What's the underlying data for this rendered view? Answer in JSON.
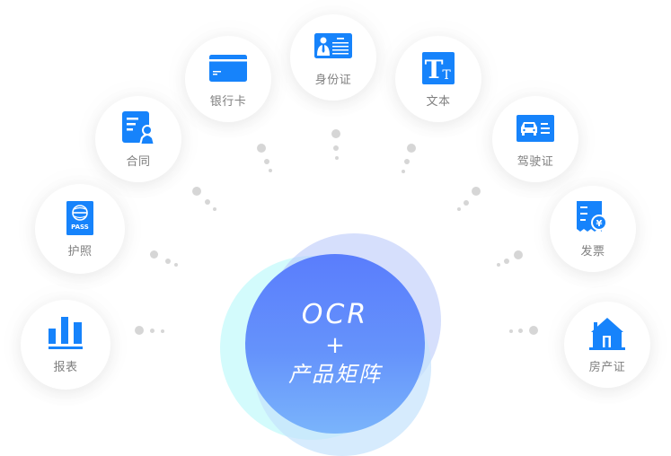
{
  "accent_color": "#1683fb",
  "center": {
    "line1": "OCR",
    "line2": "+",
    "line3": "产品矩阵"
  },
  "nodes": [
    {
      "id": "report",
      "label": "报表",
      "icon": "bar-chart-icon"
    },
    {
      "id": "passport",
      "label": "护照",
      "icon": "passport-icon"
    },
    {
      "id": "contract",
      "label": "合同",
      "icon": "contract-icon"
    },
    {
      "id": "bank-card",
      "label": "银行卡",
      "icon": "bank-card-icon"
    },
    {
      "id": "id-card",
      "label": "身份证",
      "icon": "id-card-icon"
    },
    {
      "id": "text",
      "label": "文本",
      "icon": "text-icon"
    },
    {
      "id": "driver-license",
      "label": "驾驶证",
      "icon": "car-license-icon"
    },
    {
      "id": "invoice",
      "label": "发票",
      "icon": "invoice-icon"
    },
    {
      "id": "property-cert",
      "label": "房产证",
      "icon": "house-icon"
    }
  ]
}
